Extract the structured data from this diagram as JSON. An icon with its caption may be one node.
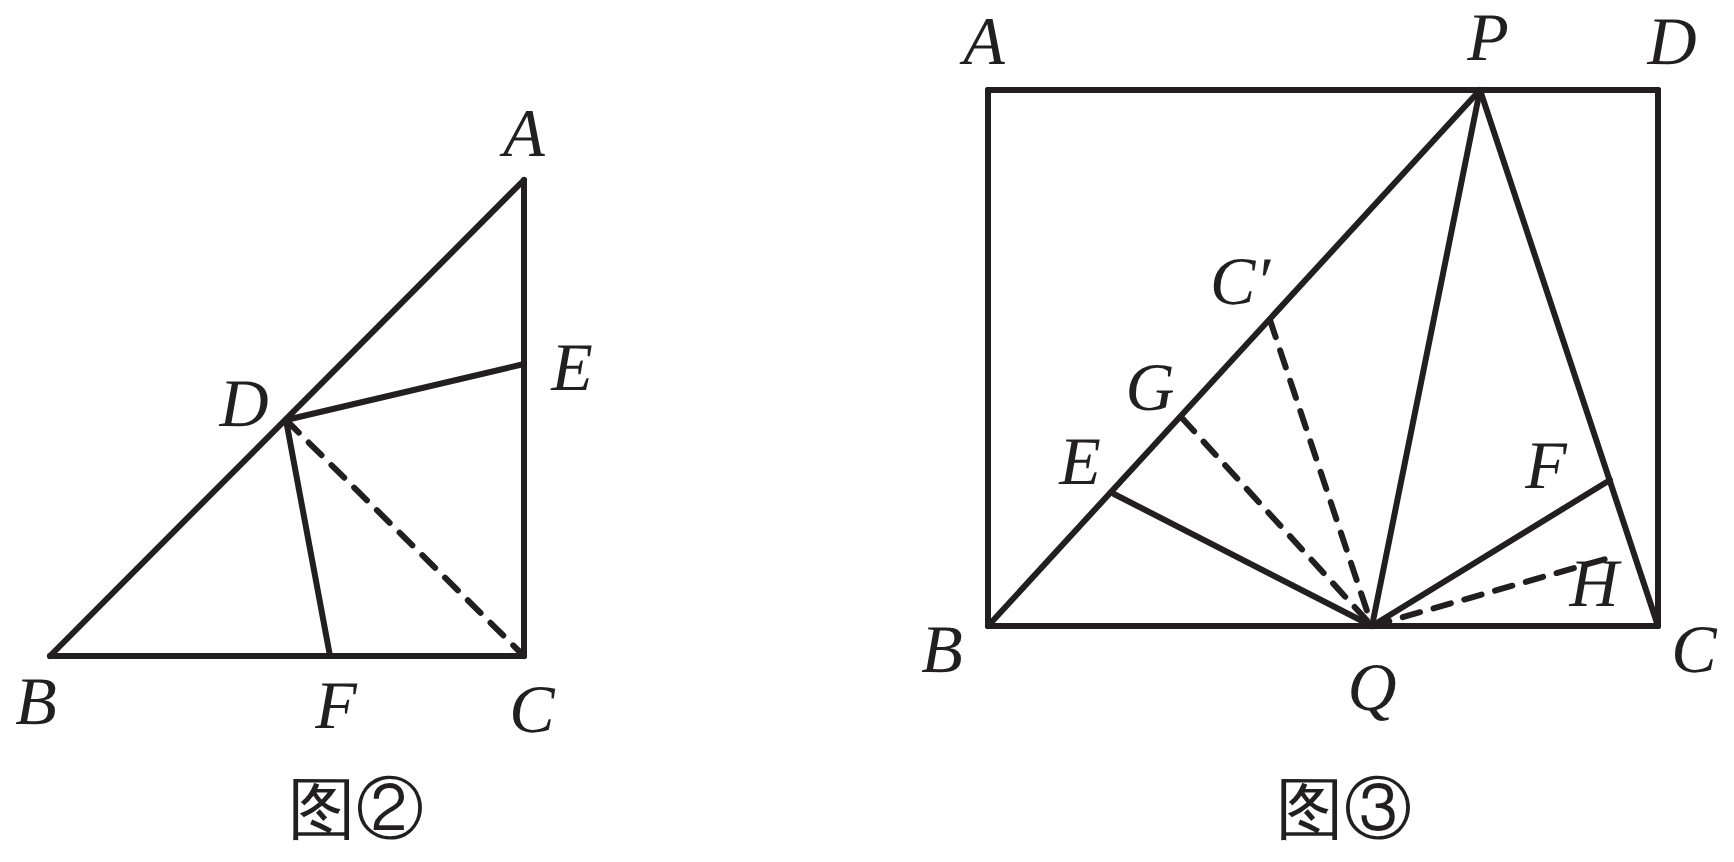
{
  "diagram": {
    "labels": [
      "A",
      "D",
      "E",
      "B",
      "F",
      "C",
      "图②",
      "A",
      "P",
      "D",
      "C′",
      "G",
      "E",
      "F",
      "H",
      "B",
      "Q",
      "C",
      "图③"
    ]
  }
}
